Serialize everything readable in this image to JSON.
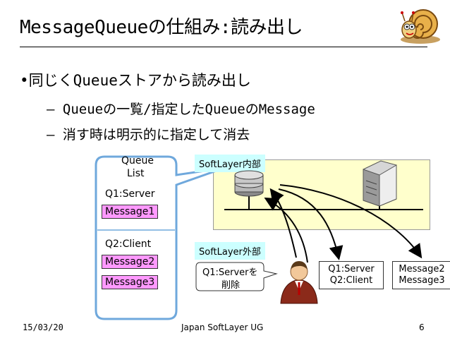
{
  "title": "MessageQueueの仕組み:読み出し",
  "bullets": {
    "main": "•同じくQueueストアから読み出し",
    "sub1": "– Queueの一覧/指定したQueueのMessage",
    "sub2": "– 消す時は明示的に指定して消去"
  },
  "diagram": {
    "queue_list_line1": "Queue",
    "queue_list_line2": "List",
    "q1_name": "Q1:Server",
    "q1_msg": "Message1",
    "q2_name": "Q2:Client",
    "q2_msg2": "Message2",
    "q2_msg3": "Message3",
    "inside_label": "SoftLayer内部",
    "outside_label": "SoftLayer外部",
    "delete_line1": "Q1:Serverを",
    "delete_line2": "削除",
    "result_queues_line1": "Q1:Server",
    "result_queues_line2": "Q2:Client",
    "result_msgs_line1": "Message2",
    "result_msgs_line2": "Message3"
  },
  "footer": {
    "date": "15/03/20",
    "center": "Japan SoftLayer UG",
    "page": "6"
  },
  "colors": {
    "message_fill": "#ff99ff",
    "inside_fill": "#ffffcc",
    "label_fill": "#ccffff"
  }
}
